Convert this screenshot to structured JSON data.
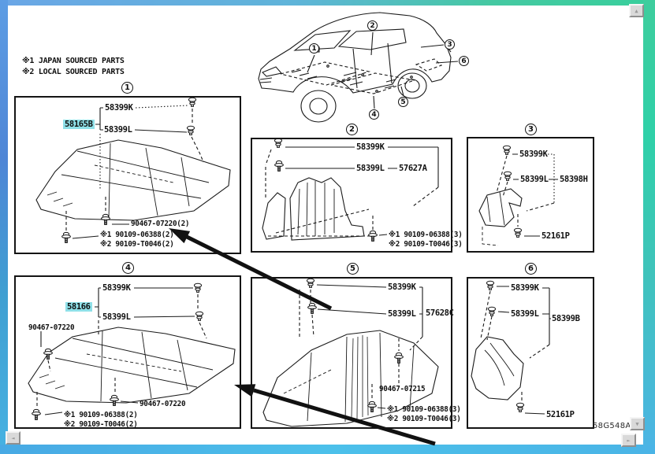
{
  "legend": {
    "line1": "※1 JAPAN SOURCED PARTS",
    "line2": "※2 LOCAL SOURCED PARTS"
  },
  "diagram_code": "58G548A",
  "colors": {
    "highlight": "#8FE0E8"
  },
  "car": {
    "callouts": [
      "1",
      "2",
      "3",
      "4",
      "5",
      "6"
    ]
  },
  "panels": [
    {
      "number": "1",
      "main_part": "58165B",
      "clip_top": "58399K",
      "clip_bottom": "58399L",
      "fastener_1": "90467-07220(2)",
      "fastener_2": "※1 90109-06388(2)",
      "fastener_3": "※2 90109-T0046(2)"
    },
    {
      "number": "2",
      "clip_top": "58399K",
      "clip_bottom": "58399L",
      "assembly": "57627A",
      "fastener_2": "※1 90109-06388(3)",
      "fastener_3": "※2 90109-T0046(3)"
    },
    {
      "number": "3",
      "clip_top": "58399K",
      "clip_bottom": "58399L",
      "assembly": "58398H",
      "fastener_1": "52161P"
    },
    {
      "number": "4",
      "main_part": "58166",
      "clip_top": "58399K",
      "clip_bottom": "58399L",
      "fastener_0": "90467-07220",
      "fastener_1": "90467-07220",
      "fastener_2": "※1 90109-06388(2)",
      "fastener_3": "※2 90109-T0046(2)"
    },
    {
      "number": "5",
      "clip_top": "58399K",
      "clip_bottom": "58399L",
      "assembly": "57628C",
      "fastener_1": "90467-07215",
      "fastener_2": "※1 90109-06388(3)",
      "fastener_3": "※2 90109-T0046(3)"
    },
    {
      "number": "6",
      "clip_top": "58399K",
      "clip_bottom": "58399L",
      "assembly": "58399B",
      "fastener_1": "52161P"
    }
  ],
  "scrollbar": {
    "up_arrow": "▲",
    "down_arrow": "▼",
    "left_arrow": "◄",
    "right_arrow": "►"
  }
}
